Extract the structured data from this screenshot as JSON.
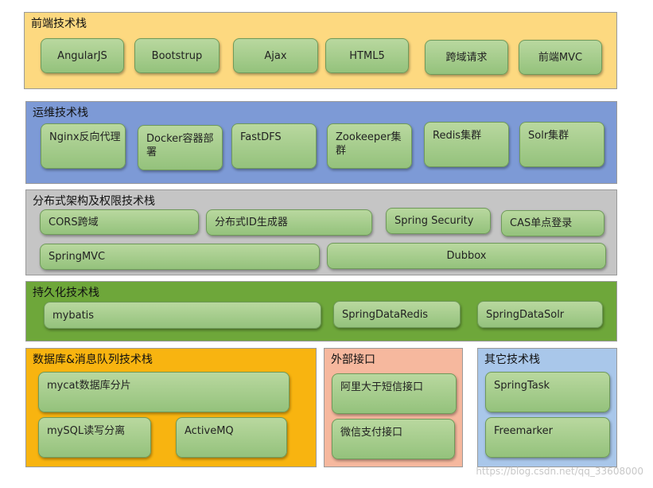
{
  "frontend": {
    "title": "前端技术栈",
    "items": [
      "AngularJS",
      "Bootstrup",
      "Ajax",
      "HTML5",
      "跨域请求",
      "前端MVC"
    ]
  },
  "ops": {
    "title": "运维技术栈",
    "items": [
      "Nginx反向代理",
      "Docker容器部署",
      "FastDFS",
      "Zookeeper集群",
      "Redis集群",
      "Solr集群"
    ]
  },
  "distributed": {
    "title": "分布式架构及权限技术栈",
    "items": [
      "CORS跨域",
      "分布式ID生成器",
      "Spring Security",
      "CAS单点登录",
      "SpringMVC",
      "Dubbox"
    ]
  },
  "persistence": {
    "title": "持久化技术栈",
    "items": [
      "mybatis",
      "SpringDataRedis",
      "SpringDataSolr"
    ]
  },
  "database": {
    "title": "数据库&消息队列技术栈",
    "items": [
      "mycat数据库分片",
      "mySQL读写分离",
      "ActiveMQ"
    ]
  },
  "external": {
    "title": "外部接口",
    "items": [
      "阿里大于短信接口",
      "微信支付接口"
    ]
  },
  "other": {
    "title": "其它技术栈",
    "items": [
      "SpringTask",
      "Freemarker"
    ]
  },
  "watermark": "https://blog.csdn.net/qq_33608000",
  "colors": {
    "frontend_bg": "#fdd980",
    "ops_bg": "#7d9ad6",
    "distributed_bg": "#c5c5c5",
    "persistence_bg": "#6ea73a",
    "database_bg": "#f8b410",
    "external_bg": "#f6b89e",
    "other_bg": "#a9c7ea",
    "box_fill": "#a8cd8e"
  }
}
